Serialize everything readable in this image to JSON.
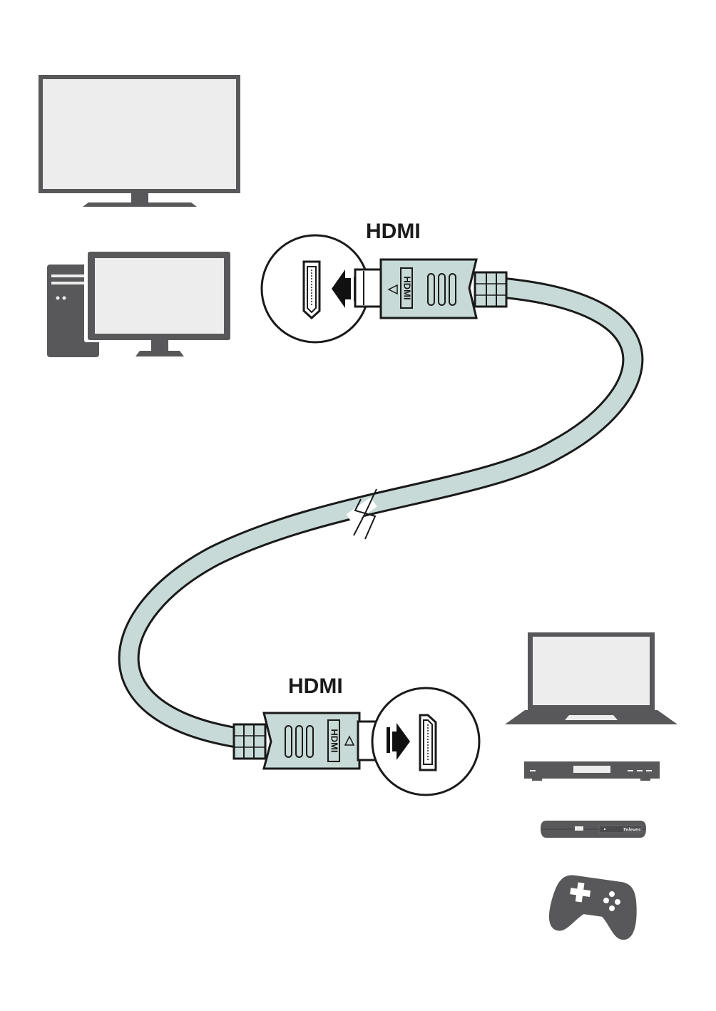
{
  "labels": {
    "top_connector": "HDMI",
    "bottom_connector": "HDMI",
    "plug_top": "HDMI",
    "plug_bottom": "HDMI",
    "set_top_box_brand": "Televes"
  },
  "devices": {
    "top_left": [
      "tv-icon",
      "desktop-computer-icon"
    ],
    "bottom_right": [
      "laptop-icon",
      "dvd-player-icon",
      "set-top-box-icon",
      "game-controller-icon"
    ]
  },
  "colors": {
    "device": "#58585a",
    "screen": "#ededed",
    "cable": "#c7dad7",
    "outline": "#1a1a1a",
    "arrow": "#111111"
  }
}
